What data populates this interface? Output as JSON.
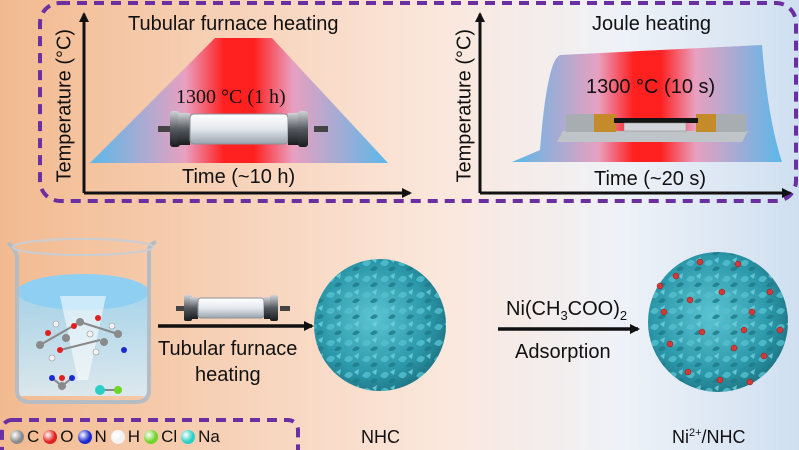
{
  "panels": {
    "tubular": {
      "title": "Tubular furnace heating",
      "y_axis": "Temperature (°C)",
      "x_axis": "Time (~10 h)",
      "condition": "1300 °C (1 h)"
    },
    "joule": {
      "title": "Joule heating",
      "y_axis": "Temperature (°C)",
      "x_axis": "Time (~20 s)",
      "condition": "1300 °C (10 s)"
    }
  },
  "process": {
    "step1_line1": "Tubular furnace",
    "step1_line2": "heating",
    "step2_top_base": "Ni(CH",
    "step2_top_sub1": "3",
    "step2_top_mid": "COO)",
    "step2_top_sub2": "2",
    "step2_bottom": "Adsorption",
    "product1": "NHC",
    "product2_base": "Ni",
    "product2_sup": "2+",
    "product2_rest": "/NHC"
  },
  "legend": [
    {
      "symbol": "C",
      "color": "#8a8a8a"
    },
    {
      "symbol": "O",
      "color": "#e02020"
    },
    {
      "symbol": "N",
      "color": "#1a2ad0"
    },
    {
      "symbol": "H",
      "color": "#f2f2f2"
    },
    {
      "symbol": "Cl",
      "color": "#6fd42a"
    },
    {
      "symbol": "Na",
      "color": "#2ad0c8"
    }
  ],
  "colors": {
    "dashed_border": "#6a2fa0",
    "heat_red": "#ff1a1a",
    "cool_blue": "#5ab8ea",
    "carbon_teal": "#2fa6b8",
    "nickel_red": "#d23a3a"
  }
}
